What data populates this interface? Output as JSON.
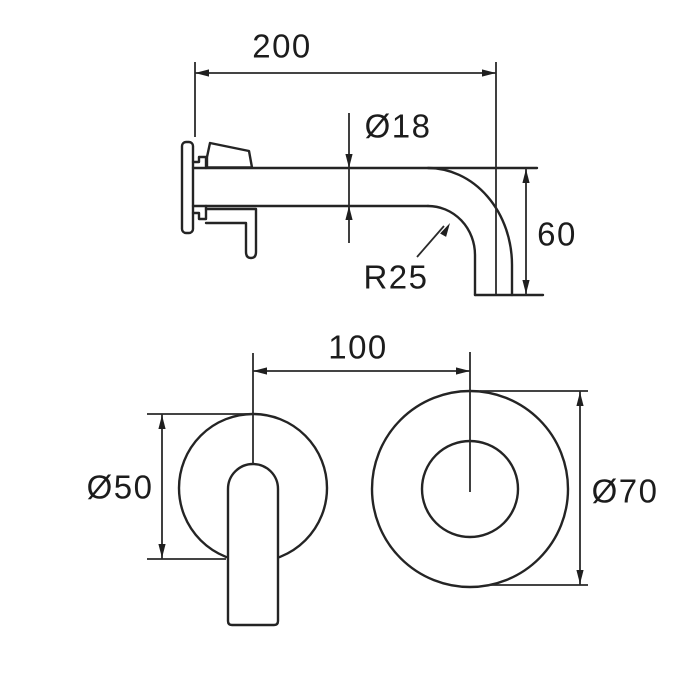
{
  "page": {
    "background": "#ffffff",
    "line_color": "#242424",
    "text_color": "#1c1c1c"
  },
  "drawing": {
    "side_view": {
      "dimensions": {
        "spout_length": "200",
        "spout_diameter": "Ø18",
        "bend_radius": "R25",
        "outlet_drop": "60"
      }
    },
    "front_view": {
      "dimensions": {
        "centre_spacing": "100",
        "handle_plate_diameter": "Ø50",
        "spout_plate_diameter": "Ø70"
      }
    }
  }
}
